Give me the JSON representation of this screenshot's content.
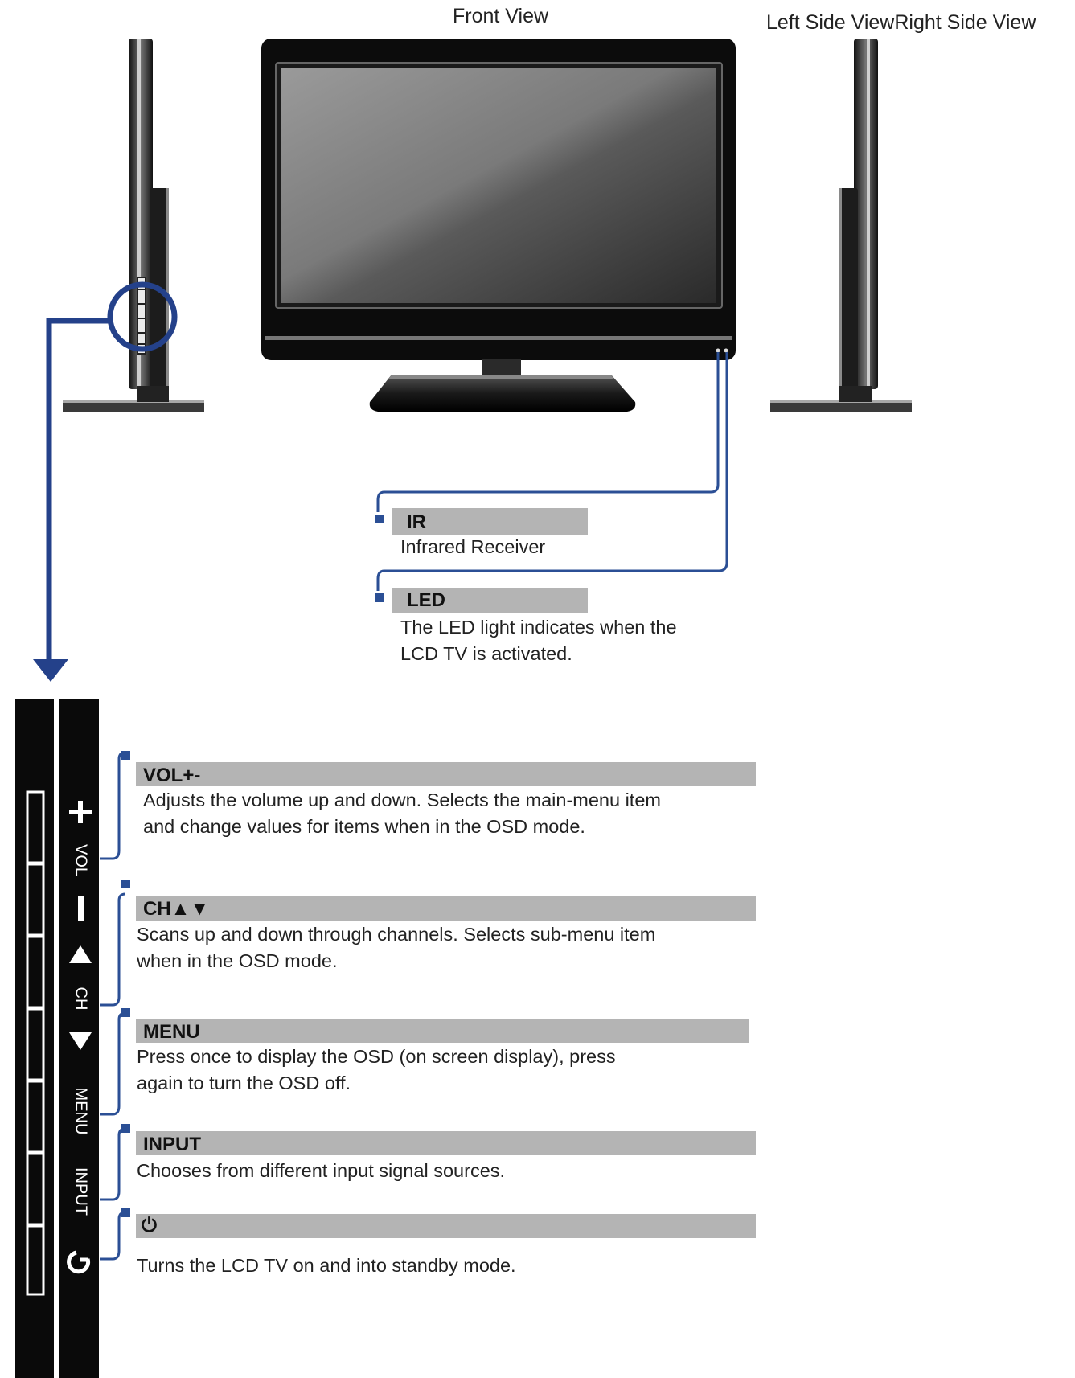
{
  "views": {
    "front": "Front View",
    "left_right": "Left Side ViewRight Side View"
  },
  "callouts": {
    "ir": {
      "title": "IR",
      "desc": "Infrared Receiver"
    },
    "led": {
      "title": "LED",
      "lines": [
        "The LED light indicates when the",
        "LCD TV is activated."
      ]
    }
  },
  "panel_labels": {
    "vol": "VOL",
    "ch": "CH",
    "menu": "MENU",
    "input": "INPUT"
  },
  "controls": [
    {
      "title": "VOL+-",
      "lines": [
        "Adjusts the volume up and down. Selects the main-menu item",
        "and change values for items when in the OSD mode."
      ]
    },
    {
      "title": "CH▲▼",
      "lines": [
        "Scans up and down through channels. Selects sub-menu item",
        "when in the OSD mode."
      ]
    },
    {
      "title": "MENU",
      "lines": [
        "Press once to display the OSD (on screen display), press",
        "again to turn the OSD off."
      ]
    },
    {
      "title": "INPUT",
      "lines": [
        "Chooses from different input signal sources."
      ]
    },
    {
      "title": "⏻",
      "lines": [
        "Turns the LCD TV on and into standby mode."
      ]
    }
  ],
  "colors": {
    "accent_blue": "#2b4f95",
    "bar_gray": "#b4b4b4",
    "panel_black": "#0a0a0a"
  }
}
